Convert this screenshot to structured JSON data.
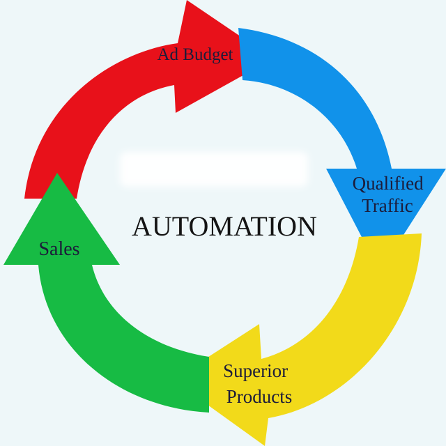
{
  "diagram": {
    "center_title": "AUTOMATION",
    "segments": [
      {
        "id": "ad-budget",
        "label_lines": [
          "Ad Budget"
        ],
        "color": "#e8111a"
      },
      {
        "id": "qualified-traffic",
        "label_lines": [
          "Qualified",
          "Traffic"
        ],
        "color": "#1192ea"
      },
      {
        "id": "superior-products",
        "label_lines": [
          "Superior",
          "Products"
        ],
        "color": "#f2da1a"
      },
      {
        "id": "sales",
        "label_lines": [
          "Sales"
        ],
        "color": "#17bb44"
      }
    ]
  }
}
